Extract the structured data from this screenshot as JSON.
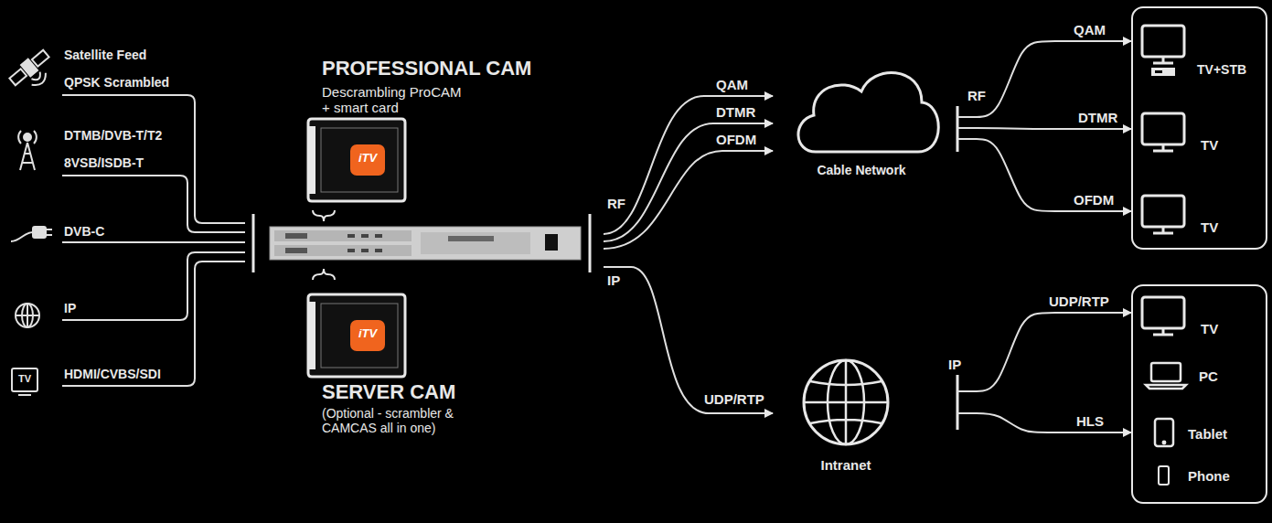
{
  "diagram": {
    "nodes": [
      {
        "text": [
          "PROFESSIONAL CAM",
          "Descrambling ProCAM + smart card",
          "iTV"
        ]
      },
      {
        "text": [
          "iTV",
          "SERVER CAM",
          "(Optional - scrambler & CAMCAS all in one)"
        ]
      },
      {
        "text": [
          "Cable Network"
        ]
      },
      {
        "text": [
          "Intranet"
        ]
      },
      {
        "text": [
          "TV+STB"
        ]
      },
      {
        "text": [
          "TV"
        ]
      },
      {
        "text": [
          "TV"
        ]
      },
      {
        "text": [
          "TV"
        ]
      },
      {
        "text": [
          "PC"
        ]
      },
      {
        "text": [
          "Tablet"
        ]
      },
      {
        "text": [
          "Phone"
        ]
      }
    ],
    "edges": [
      {
        "from": 2,
        "to": 4,
        "label": "QAM",
        "arrow": "to"
      },
      {
        "from": 2,
        "to": 5,
        "label": "DTMR",
        "arrow": "to"
      },
      {
        "from": 2,
        "to": 6,
        "label": "OFDM",
        "arrow": "to"
      },
      {
        "from": 3,
        "to": 7,
        "label": "UDP/RTP",
        "arrow": "to"
      },
      {
        "from": 3,
        "to": 9,
        "label": "HLS",
        "arrow": "to"
      }
    ],
    "labels": [
      "Satellite Feed",
      "QPSK Scrambled",
      "DTMB/DVB-T/T2",
      "8VSB/ISDB-T",
      "DVB-C",
      "IP",
      "HDMI/CVBS/SDI",
      "TV",
      "RF",
      "IP",
      "QAM",
      "DTMR",
      "OFDM",
      "UDP/RTP",
      "RF",
      "IP"
    ]
  }
}
